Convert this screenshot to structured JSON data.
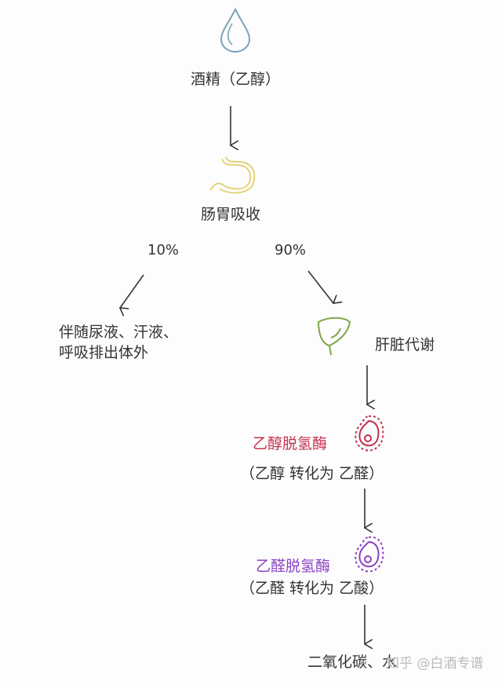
{
  "title": "酒精（乙醇）",
  "absorb": "肠胃吸收",
  "left_pct": "10%",
  "right_pct": "90%",
  "left_line1": "伴随尿液、汗液、",
  "left_line2": "呼吸排出体外",
  "liver": "肝脏代谢",
  "enzyme1": "乙醇脱氢酶",
  "enzyme1_desc": "（乙醇 转化为 乙醛）",
  "enzyme2": "乙醛脱氢酶",
  "enzyme2_desc": "（乙醛 转化为 乙酸）",
  "final": "二氧化碳、水",
  "watermark": "知乎 @白酒专谱",
  "colors": {
    "enzyme1": "#c4304e",
    "enzyme2": "#8b44c4",
    "drop": "#7aa3b8",
    "stomach": "#e6d27a",
    "liver": "#7fa84a"
  }
}
